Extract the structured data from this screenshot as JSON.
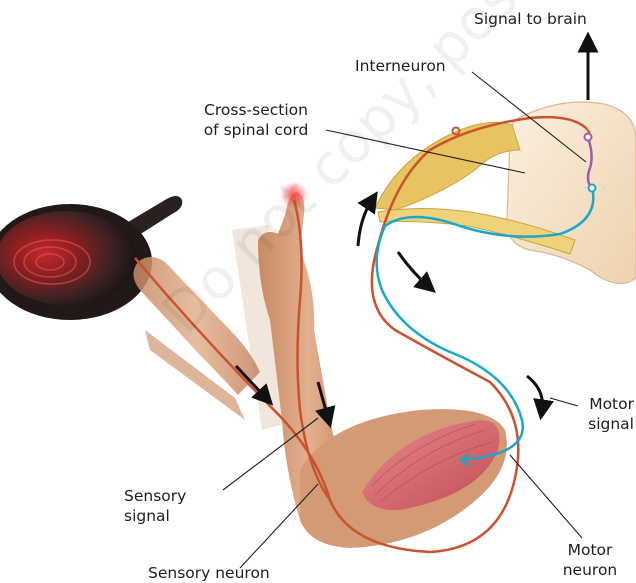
{
  "labels": {
    "signal_to_brain": "Signal to brain",
    "interneuron": "Interneuron",
    "cross_section_line1": "Cross-section",
    "cross_section_line2": "of spinal cord",
    "motor_signal_line1": "Motor",
    "motor_signal_line2": "signal",
    "sensory_signal_line1": "Sensory",
    "sensory_signal_line2": "signal",
    "motor_neuron_line1": "Motor",
    "motor_neuron_line2": "neuron",
    "sensory_neuron": "Sensory neuron"
  },
  "watermark": "Do not copy, post, or distribute",
  "colors": {
    "sensory_neuron": "#c9532e",
    "motor_neuron": "#1ba7c7",
    "interneuron": "#a05aa8",
    "spinal_cord": "#f6e4cc",
    "nerve_root": "#e8c460",
    "skin": "#d8a07c",
    "muscle": "#d8666c",
    "pan": "#2a1e1e",
    "heat": "#e03030"
  }
}
